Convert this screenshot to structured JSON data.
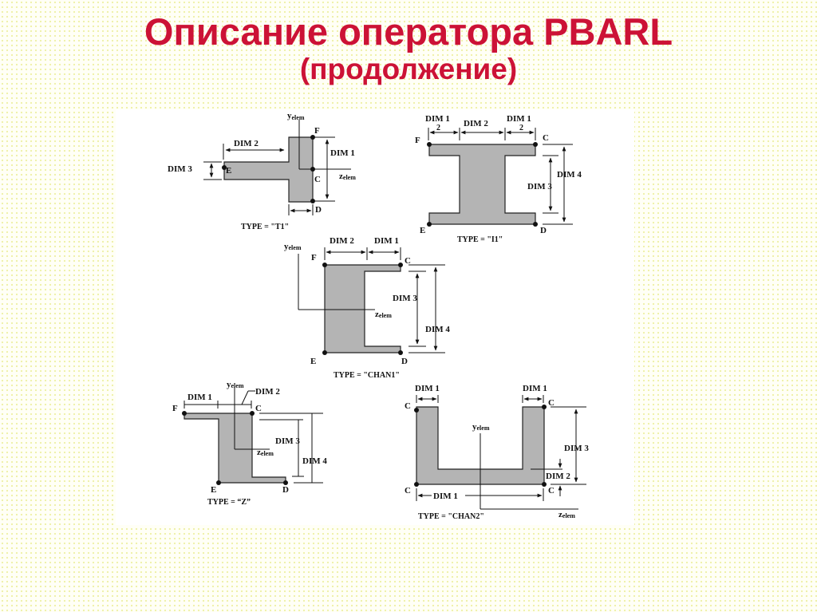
{
  "slide": {
    "title": "Описание оператора PBARL",
    "subtitle": "(продолжение)",
    "title_color": "#cc1236"
  },
  "figure": {
    "section_fill": "#b4b4b4",
    "diagrams": [
      {
        "type_label": "TYPE = \"T1\"",
        "labels": {
          "dim1": "DIM 1",
          "dim2": "DIM 2",
          "dim3": "DIM 3",
          "y": "y",
          "y_sub": "elem",
          "z": "z",
          "z_sub": "elem",
          "pF": "F",
          "pC": "C",
          "pD": "D",
          "pE": "E"
        }
      },
      {
        "type_label": "TYPE = \"I1\"",
        "labels": {
          "dim1a": "DIM 1",
          "dim1a_den": "2",
          "dim2": "DIM 2",
          "dim1b": "DIM 1",
          "dim1b_den": "2",
          "dim3": "DIM 3",
          "dim4": "DIM 4",
          "pF": "F",
          "pC": "C",
          "pD": "D",
          "pE": "E"
        }
      },
      {
        "type_label": "TYPE = \"CHAN1\"",
        "labels": {
          "dim2": "DIM 2",
          "dim1": "DIM 1",
          "dim3": "DIM 3",
          "dim4": "DIM 4",
          "y": "y",
          "y_sub": "elem",
          "z": "z",
          "z_sub": "elem",
          "pF": "F",
          "pC": "C",
          "pD": "D",
          "pE": "E"
        }
      },
      {
        "type_label": "TYPE = “Z”",
        "labels": {
          "dim1": "DIM 1",
          "dim2": "DIM 2",
          "dim3": "DIM 3",
          "dim4": "DIM 4",
          "y": "y",
          "y_sub": "elem",
          "z": "z",
          "z_sub": "elem",
          "pF": "F",
          "pC": "C",
          "pD": "D",
          "pE": "E"
        }
      },
      {
        "type_label": "TYPE = \"CHAN2\"",
        "labels": {
          "dim1a": "DIM 1",
          "dim1b": "DIM 1",
          "dim1c": "DIM 1",
          "dim2": "DIM 2",
          "dim3": "DIM 3",
          "y": "y",
          "y_sub": "elem",
          "z": "z",
          "z_sub": "elem",
          "pC1": "C",
          "pC2": "C",
          "pC3": "C",
          "pC4": "C"
        }
      }
    ]
  }
}
